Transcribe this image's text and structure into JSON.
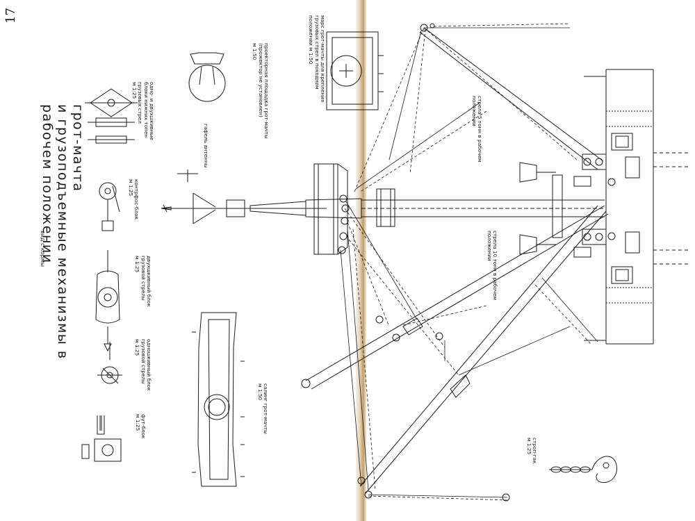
{
  "page_number": "17",
  "title": {
    "lines": [
      "грот-мачта",
      "и грузоподъемные механизмы в",
      "рабочем положении"
    ],
    "view": "вид с кормы"
  },
  "captions": {
    "cargo_blocks": [
      "одно- и двухшкивные",
      "блоки нижних топен",
      "грузовых стрел",
      "м 1:25"
    ],
    "kontrfos_block": [
      "контрфос-блок",
      "м 1:25"
    ],
    "double_block": [
      "двухшкивный блок",
      "грузовой стрелы",
      "м 1:25"
    ],
    "single_block": [
      "одношкивный блок",
      "грузовой стрелы",
      "м 1:25"
    ],
    "fut_block": [
      "фут-блок",
      "м 1:25"
    ],
    "antenna_gaff": [
      "гафель антенны"
    ],
    "mast_platform": [
      "проекторная площадка грот-мачты",
      "(прожектор не установлен)",
      "м 1:50"
    ],
    "saling": [
      "салинг грот-мачты",
      "м 1:50"
    ],
    "mars": [
      "марс грот-мачты для крепления",
      "грузовых стрел в походном",
      "положении м 1:50"
    ],
    "boom_5t": [
      "стрела 5 тонн в рабочем",
      "положении"
    ],
    "boom_10t": [
      "стрела 10 тонн в рабочем",
      "положении"
    ],
    "hook": [
      "строп-гак",
      "м 1:25"
    ]
  },
  "colors": {
    "ink": "#1a1a1a",
    "paper": "#ffffff",
    "gutter": "#c9a876"
  }
}
